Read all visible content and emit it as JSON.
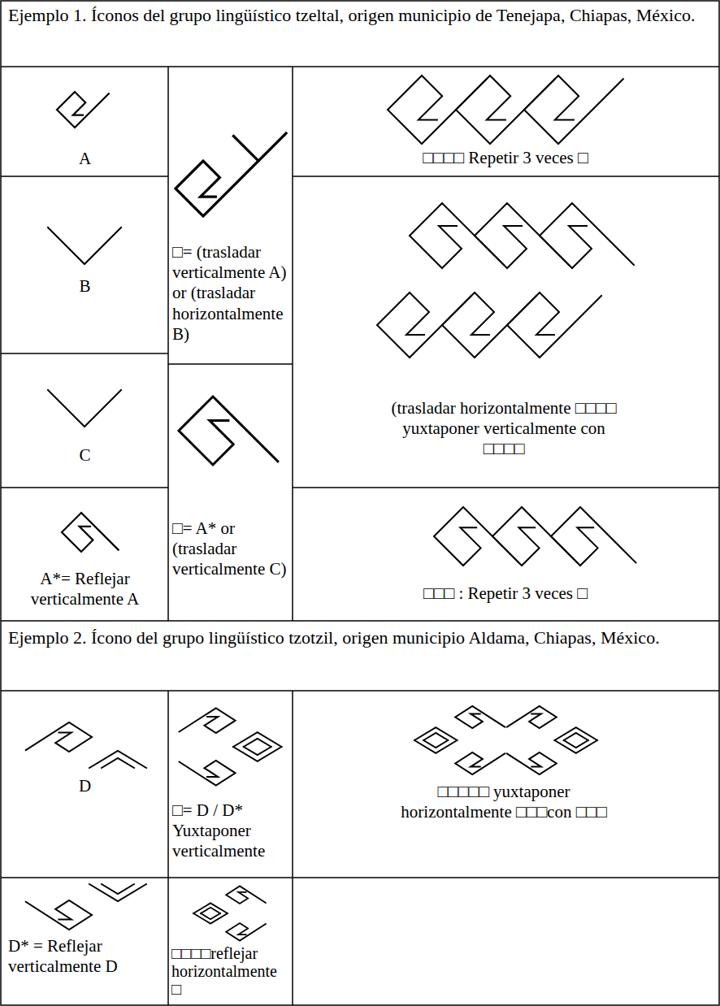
{
  "diagram": {
    "labels": [
      "Ejemplo 1. Íconos del grupo lingüístico tzeltal, origen municipio de Tenejapa, Chiapas, México.",
      "A",
      "□□□□ Repetir 3 veces □",
      "B",
      "□= (trasladar verticalmente A) or (trasladar horizontalmente B)",
      "(trasladar horizontalmente □□□□ yuxtaponer verticalmente con □□□□",
      "C",
      "□= A* or (trasladar verticalmente C)",
      "A*= Reflejar verticalmente A",
      "□□□ : Repetir 3 veces □",
      "Ejemplo 2. Ícono del grupo lingüístico tzotzil, origen municipio Aldama, Chiapas, México.",
      "D",
      "□= D / D* Yuxtaponer verticalmente",
      "□□□□□ yuxtaponer horizontalmente □□□con □□□",
      "D* = Reflejar verticalmente D",
      "□□□□reflejar horizontalmente □"
    ]
  }
}
